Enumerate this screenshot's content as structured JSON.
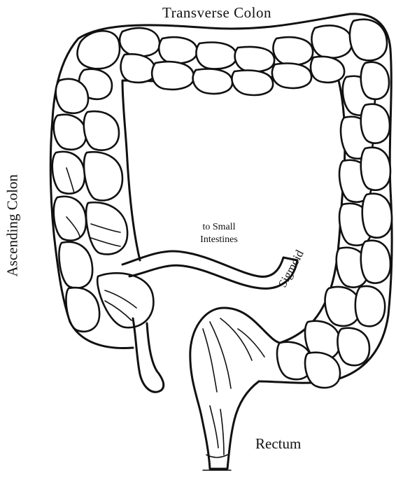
{
  "labels": {
    "transverse": "Transverse Colon",
    "ascending": "Ascending Colon",
    "small_line1": "to Small",
    "small_line2": "Intestines",
    "sigmoid": "Sigmoid",
    "rectum": "Rectum"
  },
  "colors": {
    "ink": "#111111",
    "background": "#ffffff"
  }
}
